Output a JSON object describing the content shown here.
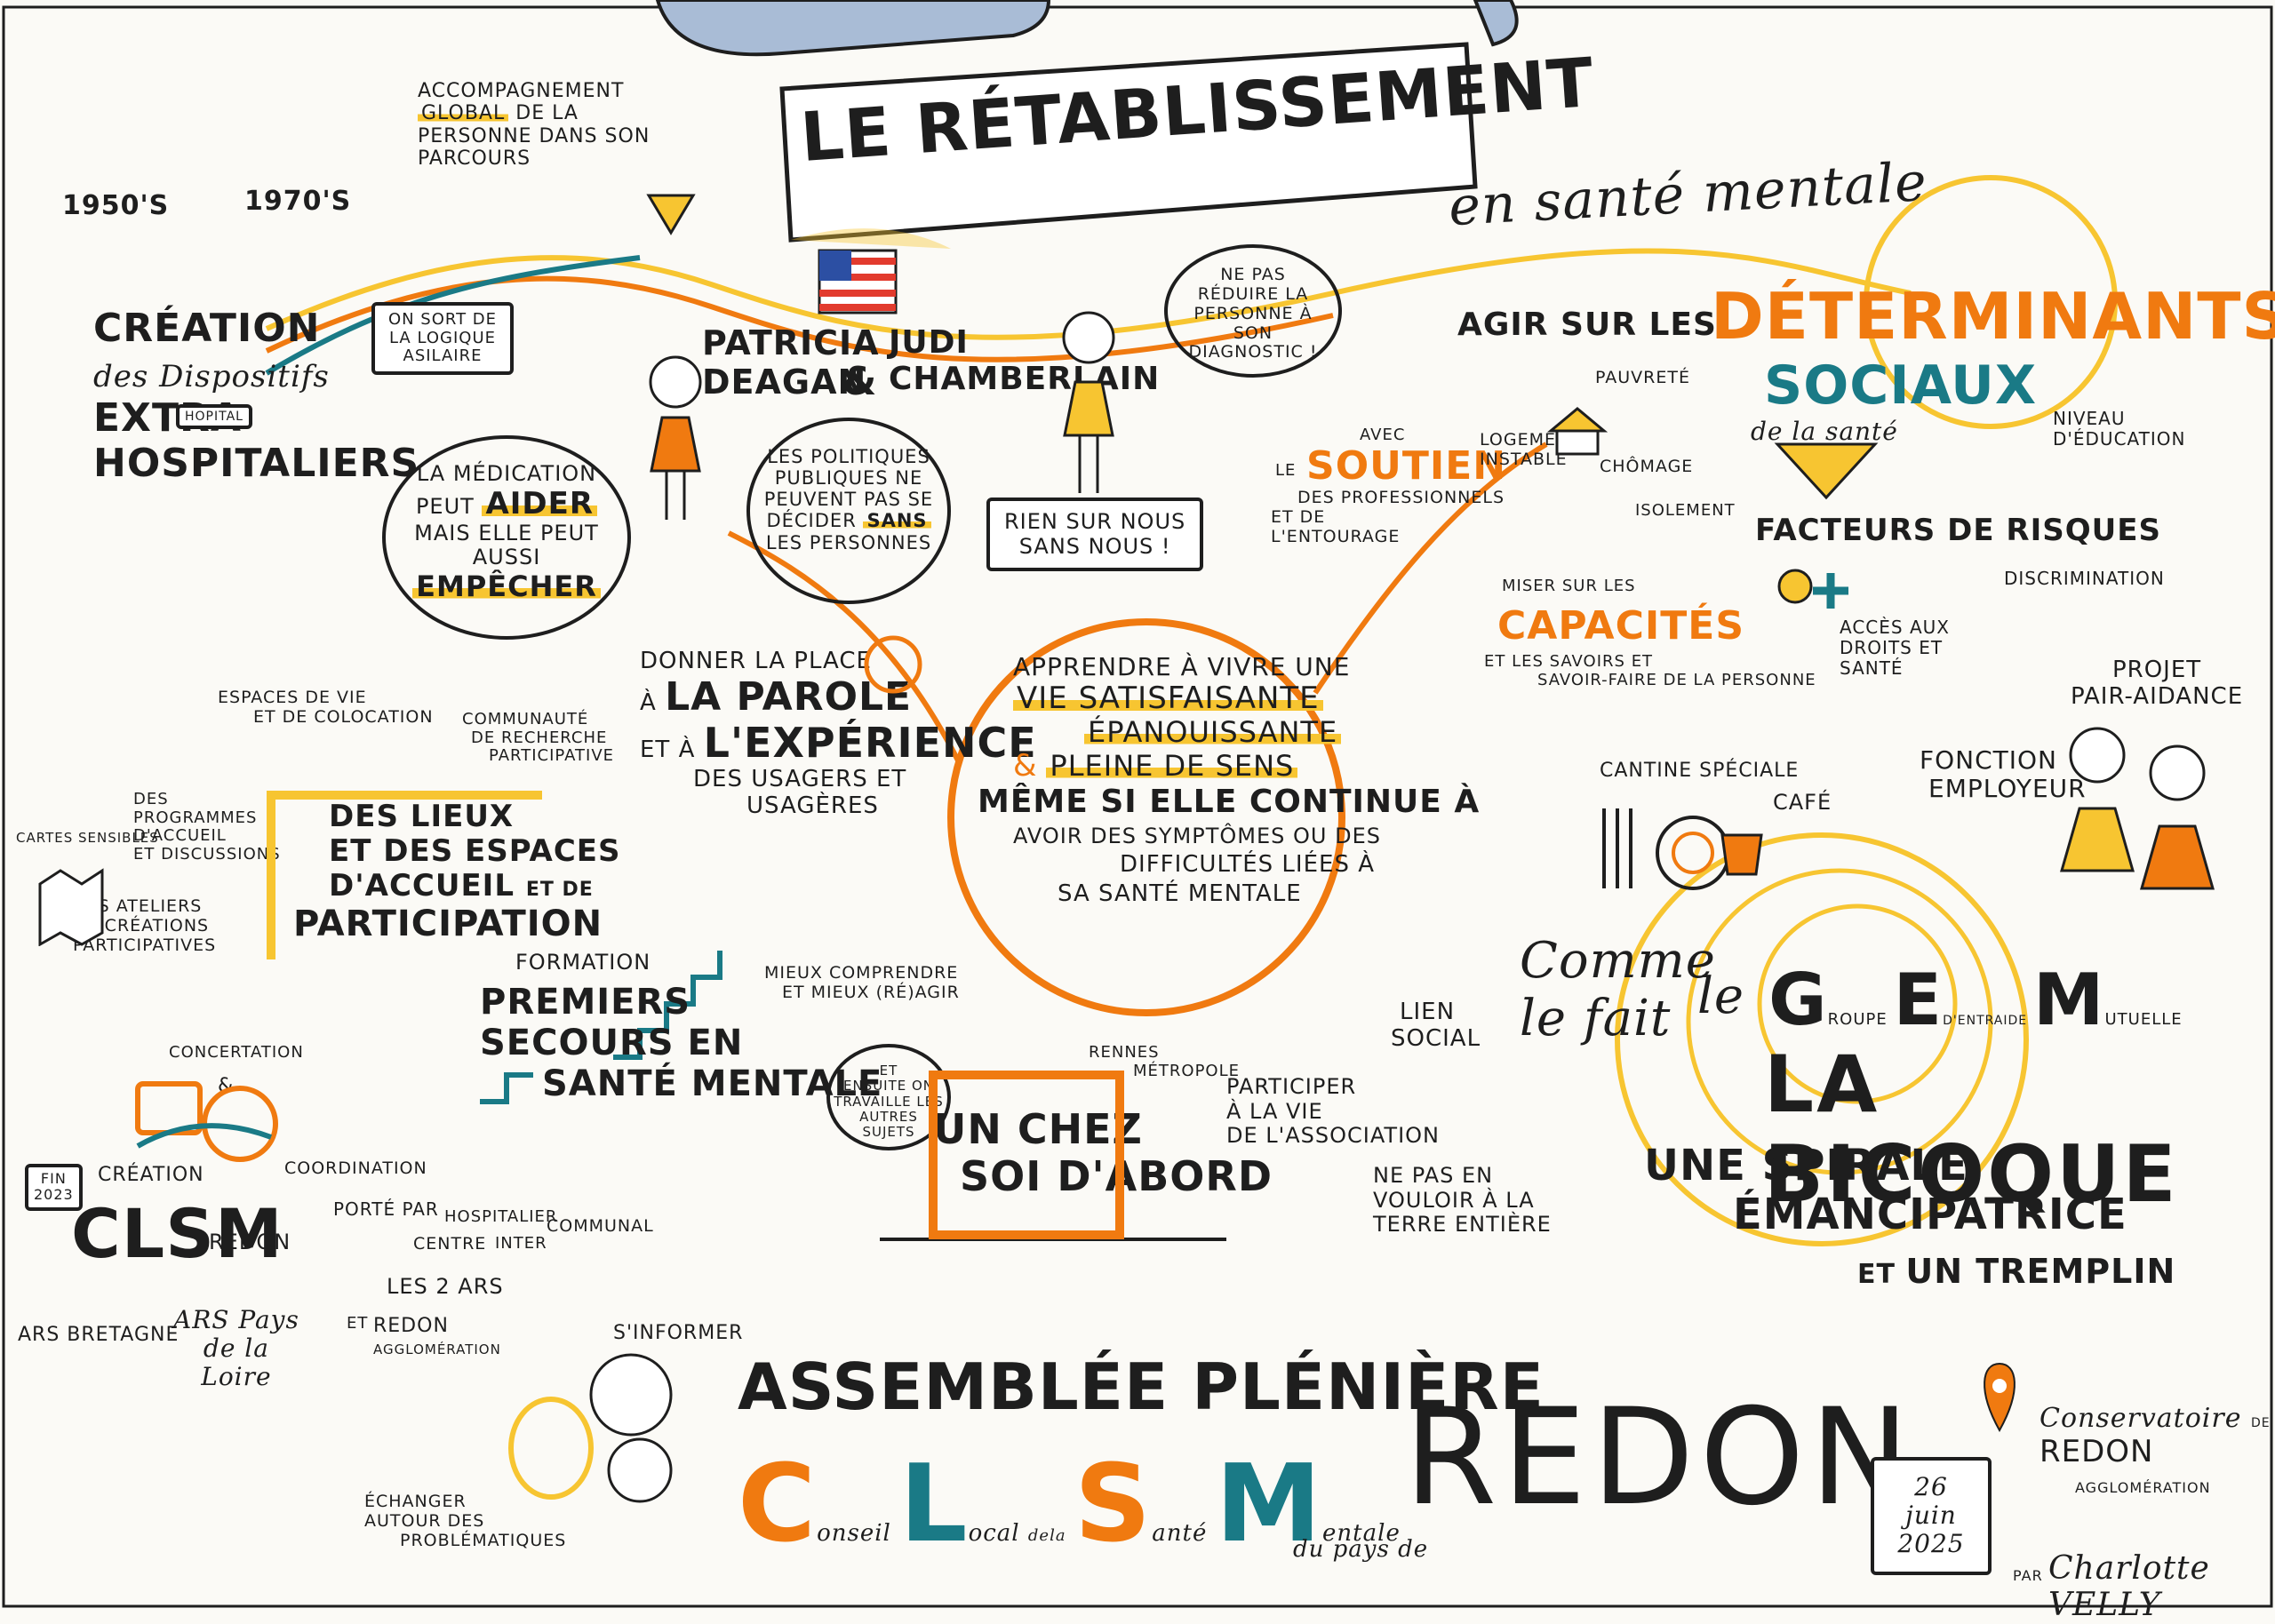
{
  "banner": {
    "title": "LE RÉTABLISSEMENT",
    "subtitle": "en santé mentale"
  },
  "timeline": {
    "year1": "1950's",
    "year2": "1970's",
    "accompagnement": [
      "ACCOMPAGNEMENT",
      "GLOBAL",
      "DE LA",
      "PERSONNE DANS SON",
      "PARCOURS"
    ],
    "creation": [
      "CRÉATION",
      "des Dispositifs",
      "EXTRA",
      "HOSPITALIERS"
    ],
    "hopital_sign": "HOPITAL",
    "logique": "ON SORT DE LA LOGIQUE ASILAIRE"
  },
  "founders": {
    "patricia": [
      "PATRICIA",
      "DEAGAN"
    ],
    "and": "&",
    "judi": [
      "JUDI",
      "CHAMBERLAIN"
    ],
    "diagnostic": "NE PAS RÉDUIRE LA PERSONNE À SON DIAGNOSTIC !",
    "politiques": [
      "LES POLITIQUES",
      "PUBLIQUES NE",
      "PEUVENT PAS SE",
      "DÉCIDER",
      "SANS",
      "LES PERSONNES"
    ],
    "rien": [
      "RIEN SUR NOUS",
      "SANS NOUS !"
    ]
  },
  "medication": [
    "LA MÉDICATION",
    "PEUT",
    "AIDER",
    "MAIS ELLE PEUT",
    "AUSSI",
    "EMPÊCHER"
  ],
  "parole": [
    "DONNER LA PLACE",
    "À",
    "LA PAROLE",
    "ET À",
    "L'EXPÉRIENCE",
    "DES USAGERS ET",
    "USAGÈRES"
  ],
  "center": {
    "line1": "APPRENDRE À VIVRE UNE",
    "line2": "VIE SATISFAISANTE",
    "line3": "ÉPANOUISSANTE",
    "amp": "&",
    "line4": "PLEINE DE SENS",
    "line5": "MÊME SI ELLE CONTINUE À",
    "line6": "AVOIR DES SYMPTÔMES OU DES",
    "line7": "DIFFICULTÉS LIÉES À",
    "line8": "SA SANTÉ MENTALE"
  },
  "determinants": {
    "agir": "AGIR SUR LES",
    "det": "DÉTERMINANTS",
    "sociaux": "SOCIAUX",
    "sante": "de la santé",
    "soutien_avec": "AVEC",
    "soutien_le": "LE",
    "soutien": "SOUTIEN",
    "soutien_rest": [
      "DES PROFESSIONNELS",
      "ET DE",
      "L'ENTOURAGE"
    ],
    "logement": [
      "LOGEMENT",
      "INSTABLE"
    ],
    "pauvrete": "PAUVRETÉ",
    "chomage": "CHÔMAGE",
    "isolement": "ISOLEMENT",
    "niveau": [
      "NIVEAU",
      "D'ÉDUCATION"
    ],
    "facteurs": "FACTEURS DE RISQUES",
    "discrimination": "DISCRIMINATION",
    "acces": [
      "ACCÈS AUX",
      "DROITS ET",
      "SANTÉ"
    ],
    "miser": "MISER SUR LES",
    "capacites": "CAPACITÉS",
    "savoirs": [
      "ET LES SAVOIRS ET",
      "SAVOIR-FAIRE DE LA PERSONNE"
    ]
  },
  "lieux": {
    "espaces": [
      "ESPACES DE VIE",
      "ET DE COLOCATION"
    ],
    "communaute": [
      "COMMUNAUTÉ",
      "DE RECHERCHE",
      "PARTICIPATIVE"
    ],
    "programmes": [
      "DES",
      "PROGRAMMES",
      "D'ACCUEIL",
      "ET DISCUSSIONS"
    ],
    "cartes": "CARTES SENSIBLES",
    "ateliers": [
      "DES ATELIERS",
      "DE CRÉATIONS",
      "PARTICIPATIVES"
    ],
    "main": [
      "DES LIEUX",
      "ET DES ESPACES",
      "D'ACCUEIL",
      "ET DE",
      "PARTICIPATION"
    ]
  },
  "formation": {
    "label": "FORMATION",
    "main": [
      "PREMIERS",
      "SECOURS EN",
      "SANTÉ MENTALE"
    ],
    "mieux": [
      "MIEUX COMPRENDRE",
      "ET MIEUX (RÉ)AGIR"
    ]
  },
  "chezsoi": {
    "ensuite": [
      "ET",
      "ENSUITE ON",
      "TRAVAILLE LES",
      "AUTRES SUJETS"
    ],
    "rennes": [
      "RENNES",
      "MÉTROPOLE"
    ],
    "main": [
      "UN CHEZ",
      "SOI D'ABORD"
    ]
  },
  "gem": {
    "cantine": "CANTINE SPÉCIALE",
    "cafe": "CAFÉ",
    "fonction": [
      "FONCTION",
      "EMPLOYEUR"
    ],
    "projet": [
      "PROJET",
      "PAIR-AIDANCE"
    ],
    "comme": "Comme",
    "lefait": "le fait",
    "le": "le",
    "g": "G",
    "groupe": "ROUPE",
    "e": "E",
    "dentraide": "D'ENTRAIDE",
    "m": "M",
    "utuelle": "UTUELLE",
    "bicoque": "LA BICOQUE",
    "lien": [
      "LIEN",
      "SOCIAL"
    ],
    "participer": [
      "PARTICIPER",
      "À LA VIE",
      "DE L'ASSOCIATION"
    ],
    "nepas": [
      "NE PAS EN",
      "VOULOIR À LA",
      "TERRE ENTIÈRE"
    ],
    "spirale": [
      "UNE SPIRALE",
      "ÉMANCIPATRICE"
    ],
    "tremplin": [
      "ET",
      "UN TREMPLIN"
    ]
  },
  "clsm": {
    "concertation": "CONCERTATION",
    "amp": "&",
    "coordination": "COORDINATION",
    "fin": [
      "FIN",
      "2023"
    ],
    "creation": "CRÉATION",
    "clsm": "CLSM",
    "redon": "REDON",
    "porte": "PORTÉ PAR",
    "hospitalier": "HOSPITALIER",
    "communal": "COMMUNAL",
    "centre": "CENTRE",
    "inter": "INTER",
    "ars2": "LES 2 ARS",
    "et": "ET",
    "redon_agglo": [
      "REDON",
      "AGGLOMÉRATION"
    ],
    "ars_bretagne": "ARS BRETAGNE",
    "ars_pays": [
      "ARS Pays",
      "de la",
      "Loire"
    ]
  },
  "footer": {
    "sinformer": "S'INFORMER",
    "echanger": [
      "ÉCHANGER",
      "AUTOUR DES",
      "PROBLÉMATIQUES"
    ],
    "assemblee": "ASSEMBLÉE PLÉNIÈRE",
    "c": "C",
    "onseil": "onseil",
    "l": "L",
    "ocal": "ocal",
    "de": "de",
    "la": "la",
    "s": "S",
    "ante": "anté",
    "m": "M",
    "entale": "entale",
    "dupays": "du pays de",
    "redon": "REDON",
    "date": [
      "26",
      "juin",
      "2025"
    ],
    "conservatoire": [
      "Conservatoire",
      "DE",
      "REDON",
      "AGGLOMÉRATION"
    ],
    "par": "PAR",
    "author": "Charlotte VELLY"
  },
  "colors": {
    "orange": "#f07a10",
    "yellow": "#f7c531",
    "teal": "#1a7a86",
    "ink": "#1e1e1e",
    "blue": "#a9bcd6"
  }
}
